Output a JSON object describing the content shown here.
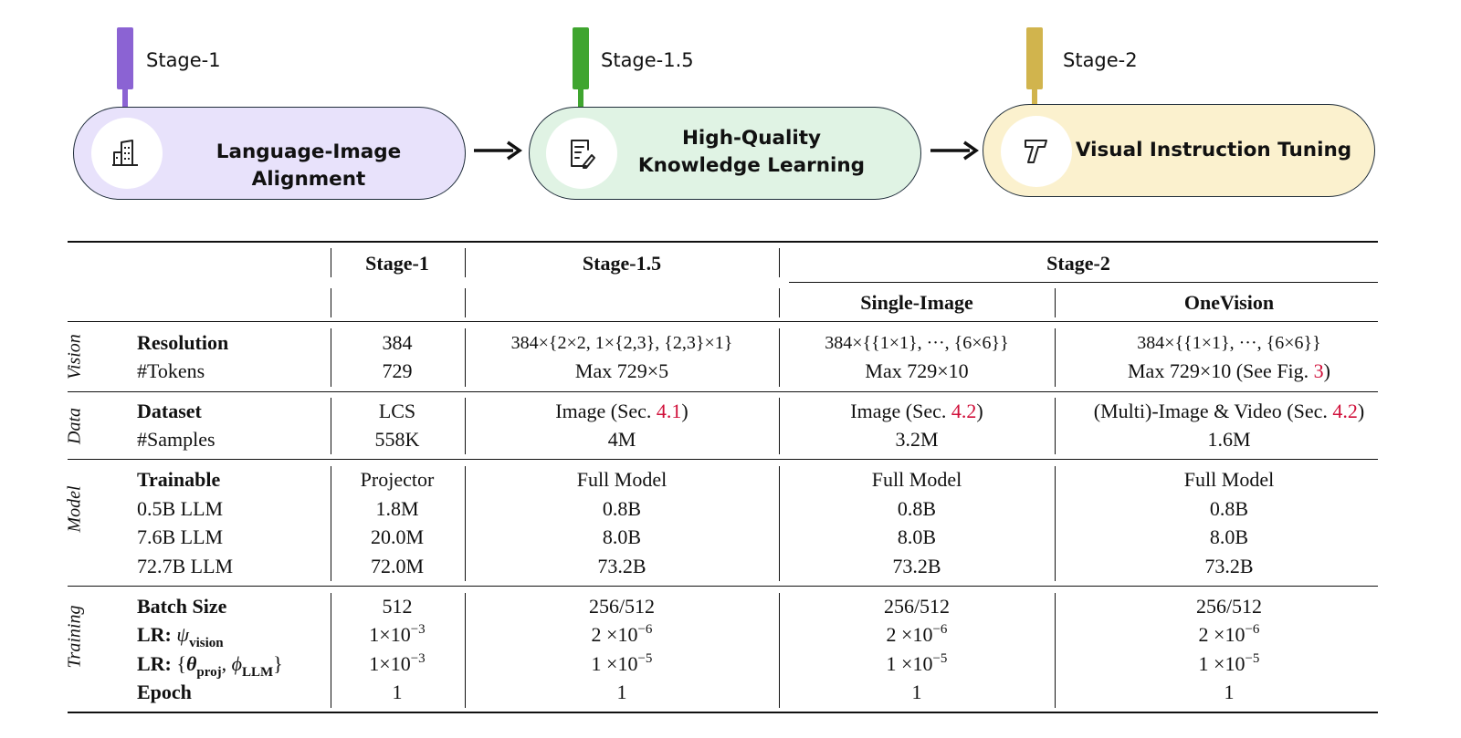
{
  "stages": [
    {
      "tag": "Stage-1",
      "title": "Language-Image Alignment",
      "icon": "building-icon",
      "fill": "#e8e2fb",
      "flag": "#8b63d3"
    },
    {
      "tag": "Stage-1.5",
      "title": "High-Quality\nKnowledge Learning",
      "icon": "document-edit-icon",
      "fill": "#e0f3e4",
      "flag": "#3fa52f"
    },
    {
      "tag": "Stage-2",
      "title": "Visual Instruction Tuning",
      "icon": "text-tool-icon",
      "fill": "#fbf1ce",
      "flag": "#d1b44d"
    }
  ],
  "table": {
    "col_headers": {
      "stage1": "Stage-1",
      "stage15": "Stage-1.5",
      "stage2": "Stage-2",
      "single_image": "Single-Image",
      "onevision": "OneVision"
    },
    "sections": {
      "vision": "Vision",
      "data": "Data",
      "model": "Model",
      "training": "Training"
    },
    "vision": {
      "resolution_label": "Resolution",
      "tokens_label": "#Tokens",
      "resolution": [
        "384",
        "384×{2×2, 1×{2,3}, {2,3}×1}",
        "384×{{1×1}, ···, {6×6}}",
        "384×{{1×1}, ···, {6×6}}"
      ],
      "tokens": [
        "729",
        "Max 729×5",
        "Max 729×10",
        "Max 729×10 (See Fig. "
      ],
      "fig_ref": "3",
      "fig_close": ")"
    },
    "data": {
      "dataset_label": "Dataset",
      "samples_label": "#Samples",
      "dataset_s1": "LCS",
      "dataset_s15": "Image (Sec. ",
      "dataset_s15_ref": "4.1",
      "dataset_si": "Image (Sec. ",
      "dataset_si_ref": "4.2",
      "dataset_ov": "(Multi)-Image & Video (Sec. ",
      "dataset_ov_ref": "4.2",
      "close_paren": ")",
      "samples": [
        "558K",
        "4M",
        "3.2M",
        "1.6M"
      ]
    },
    "model": {
      "trainable_label": "Trainable",
      "llm05_label": "0.5B LLM",
      "llm76_label": "7.6B LLM",
      "llm727_label": "72.7B LLM",
      "trainable": [
        "Projector",
        "Full Model",
        "Full Model",
        "Full Model"
      ],
      "llm05": [
        "1.8M",
        "0.8B",
        "0.8B",
        "0.8B"
      ],
      "llm76": [
        "20.0M",
        "8.0B",
        "8.0B",
        "8.0B"
      ],
      "llm727": [
        "72.0M",
        "73.2B",
        "73.2B",
        "73.2B"
      ]
    },
    "training": {
      "batch_label": "Batch Size",
      "lr_label": "LR:",
      "psi": "ψ",
      "psi_sub": "vision",
      "theta": "θ",
      "theta_sub": "proj",
      "phi": "ϕ",
      "phi_sub": "LLM",
      "epoch_label": "Epoch",
      "batch": [
        "512",
        "256/512",
        "256/512",
        "256/512"
      ],
      "lr_vision_s1": "1×10",
      "lr_vision_s1_exp": "−3",
      "lr_vision_other": "2 ×10",
      "lr_vision_other_exp": "−6",
      "lr_proj_s1": "1×10",
      "lr_proj_s1_exp": "−3",
      "lr_proj_other": "1 ×10",
      "lr_proj_other_exp": "−5",
      "epoch": [
        "1",
        "1",
        "1",
        "1"
      ]
    }
  }
}
